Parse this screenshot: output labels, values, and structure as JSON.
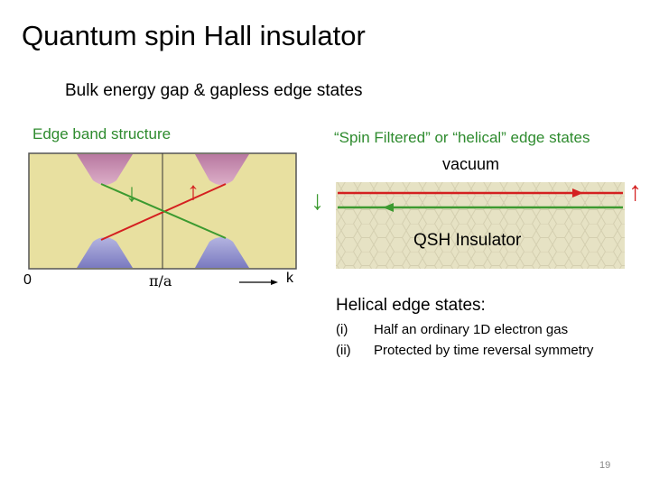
{
  "slide": {
    "title": "Quantum spin Hall insulator",
    "subtitle": "Bulk energy gap  &  gapless edge states",
    "page_number": "19"
  },
  "left_panel": {
    "heading": "Edge band structure",
    "axis_origin": "0",
    "axis_mid": "π/a",
    "axis_k": "k",
    "spin_down_glyph": "↓",
    "spin_up_glyph": "↑"
  },
  "right_panel": {
    "heading": "“Spin Filtered” or “helical” edge states",
    "vacuum_label": "vacuum",
    "qsh_label": "QSH Insulator",
    "spin_up_glyph": "↑",
    "spin_down_glyph": "↓"
  },
  "helical": {
    "title": "Helical edge states:",
    "items": [
      {
        "marker": "(i)",
        "text": "Half an ordinary 1D electron gas"
      },
      {
        "marker": "(ii)",
        "text": "Protected by time reversal symmetry"
      }
    ]
  },
  "colors": {
    "panel_bg": "#e8e0a0",
    "upper_band": "#c98fb0",
    "lower_band": "#9090cc",
    "red_line": "#d42020",
    "green_line": "#3c9a30",
    "heading_green": "#2e8b2e"
  }
}
